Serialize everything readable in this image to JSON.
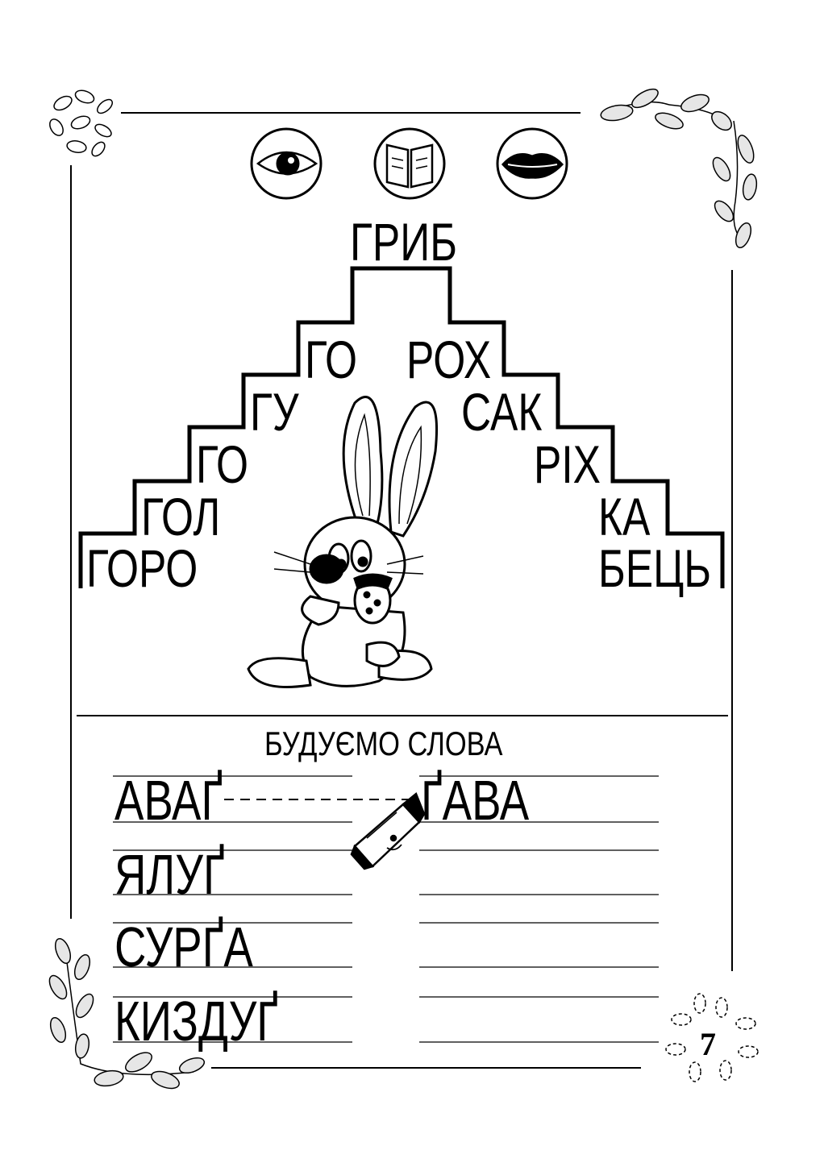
{
  "icons": [
    "eye-icon",
    "book-icon",
    "lips-icon"
  ],
  "pyramid": {
    "top": "ГРИБ",
    "left": [
      "ГО",
      "ГУ",
      "ГО",
      "ГОЛ",
      "ГОРО"
    ],
    "right": [
      "РОХ",
      "САК",
      "РІХ",
      "КА",
      "БЕЦЬ"
    ]
  },
  "section_title": "БУДУЄМО СЛОВА",
  "exercise": {
    "scrambled": [
      "АВАҐ",
      "ЯЛУҐ",
      "СУРҐА",
      "КИЗДУҐ"
    ],
    "answers": [
      "ҐАВА"
    ]
  },
  "page_number": "7"
}
